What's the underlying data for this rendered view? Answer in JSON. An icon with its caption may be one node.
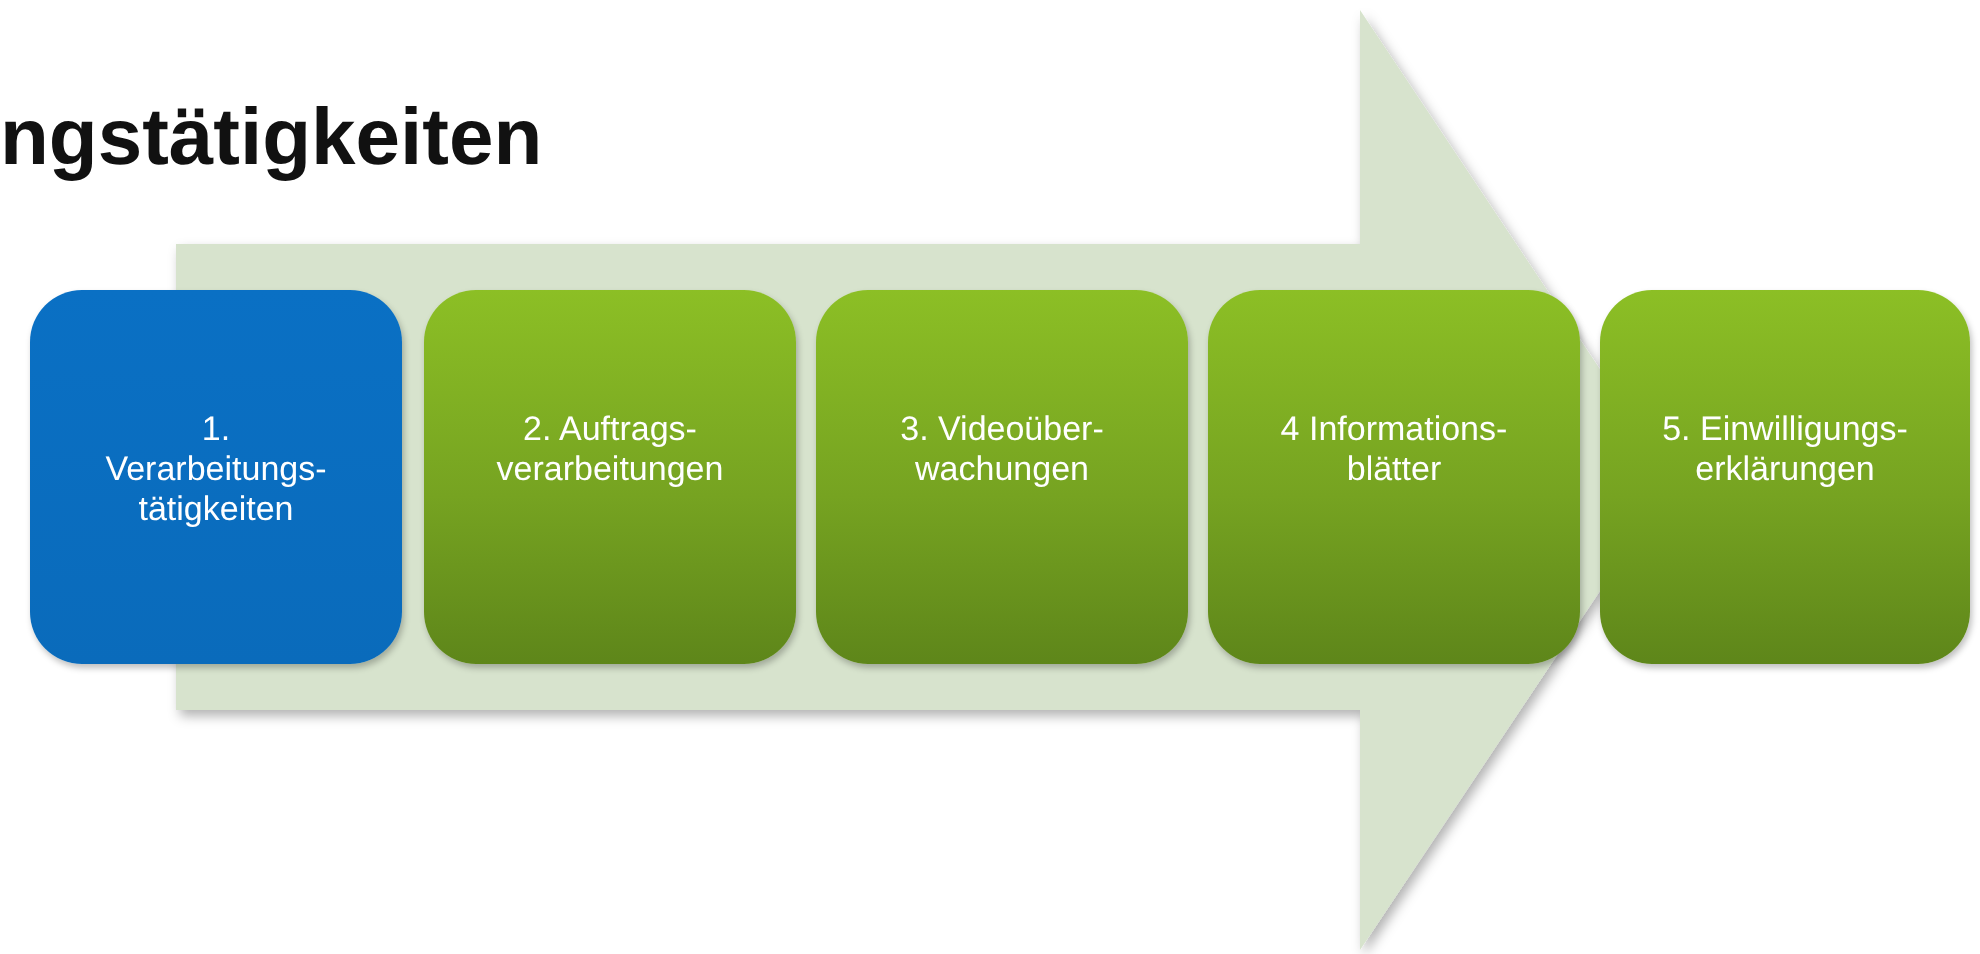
{
  "diagram": {
    "title": "ngstätigkeiten",
    "nodes": [
      {
        "text": [
          "1. Verarbeitungs- tätigkeiten"
        ]
      },
      {
        "text": [
          "2. Auftrags- verarbeitungen"
        ]
      },
      {
        "text": [
          "3. Videoüber- wachungen"
        ]
      },
      {
        "text": [
          "4 Informations- blätter"
        ]
      },
      {
        "text": [
          "5. Einwilligungs- erklärungen"
        ]
      }
    ],
    "edges": [
      {
        "from": 0,
        "to": 4,
        "arrow": "to"
      }
    ]
  }
}
